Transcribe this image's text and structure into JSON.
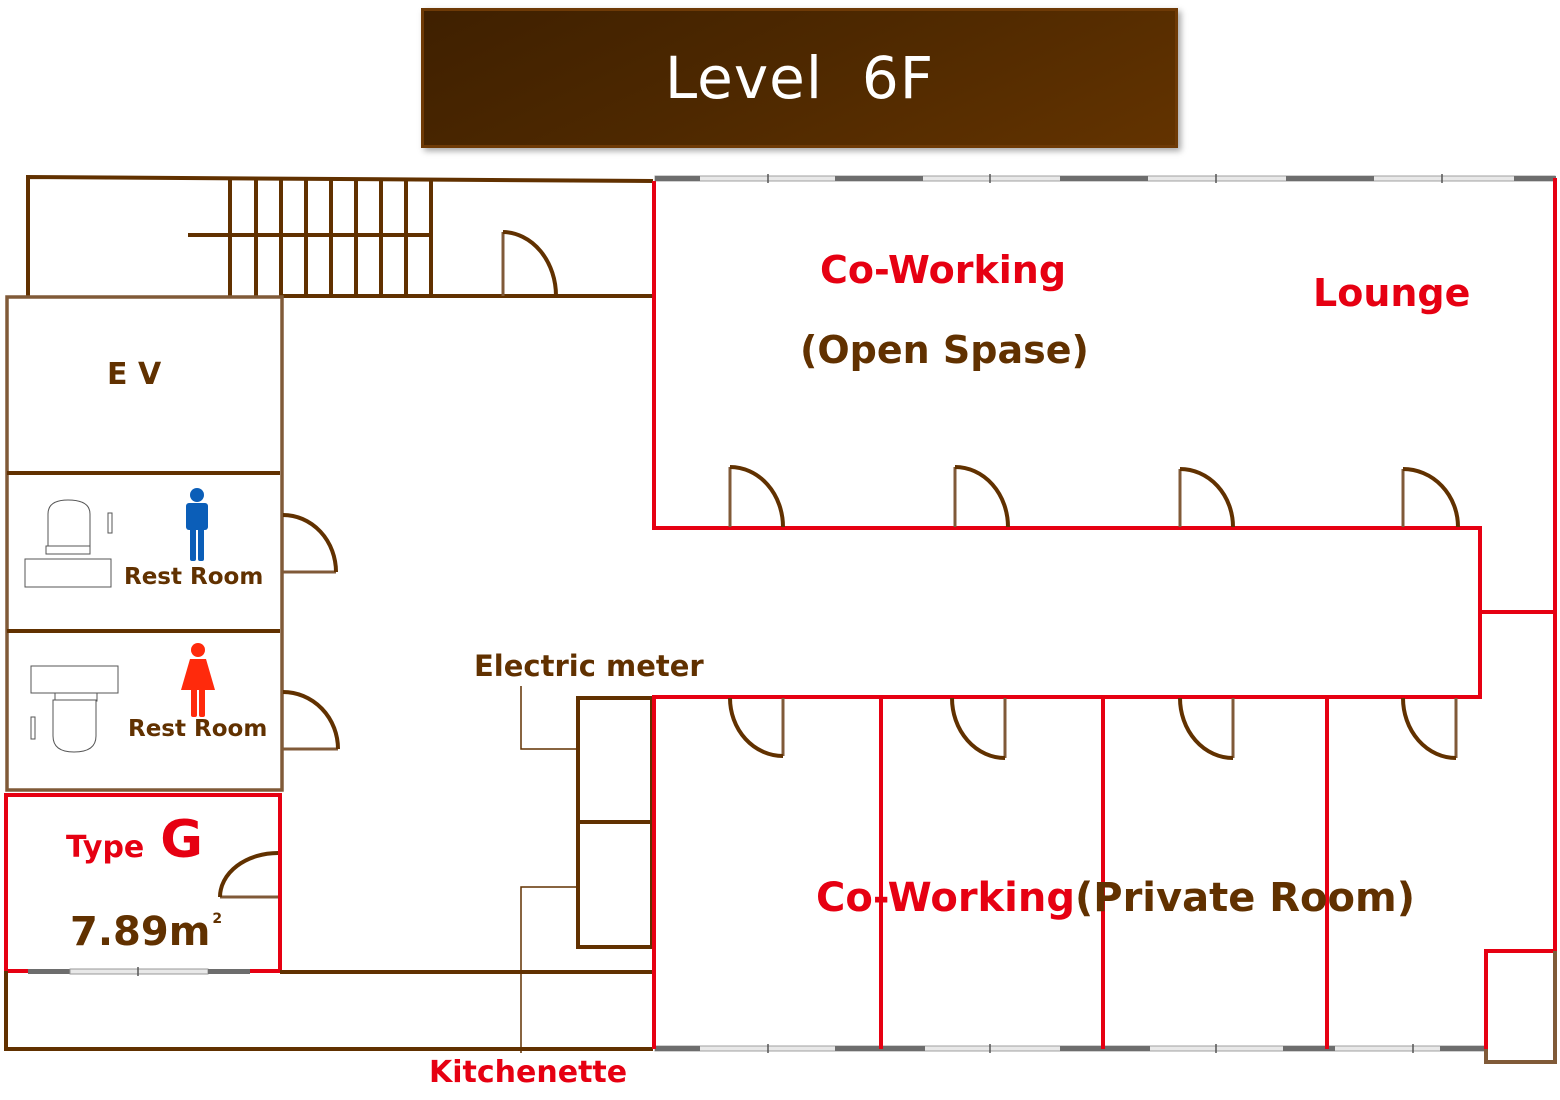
{
  "title": "Level  6F",
  "colors": {
    "wall": "#613100",
    "wall_light": "#805a38",
    "rental_outline": "#e60012",
    "window_frame": "#6d6d6d",
    "men_icon": "#0b5eb8",
    "women_icon": "#ff2a0c"
  },
  "rooms": {
    "elevator": {
      "label": "E V"
    },
    "restroom_men": {
      "label": "Rest Room",
      "icon": "man-icon"
    },
    "restroom_women": {
      "label": "Rest Room",
      "icon": "woman-icon"
    },
    "type_g": {
      "prefix": "Type",
      "letter": "G",
      "area": "7.89m",
      "area_unit_sup": "2"
    },
    "electric_meter": {
      "label": "Electric meter"
    },
    "kitchenette": {
      "label": "Kitchenette"
    },
    "coworking_open": {
      "line1": "Co-Working",
      "line2": "(Open Spase)"
    },
    "lounge": {
      "label": "Lounge"
    },
    "coworking_private": {
      "part1": "Co-Working",
      "part2": "(Private Room)"
    }
  }
}
